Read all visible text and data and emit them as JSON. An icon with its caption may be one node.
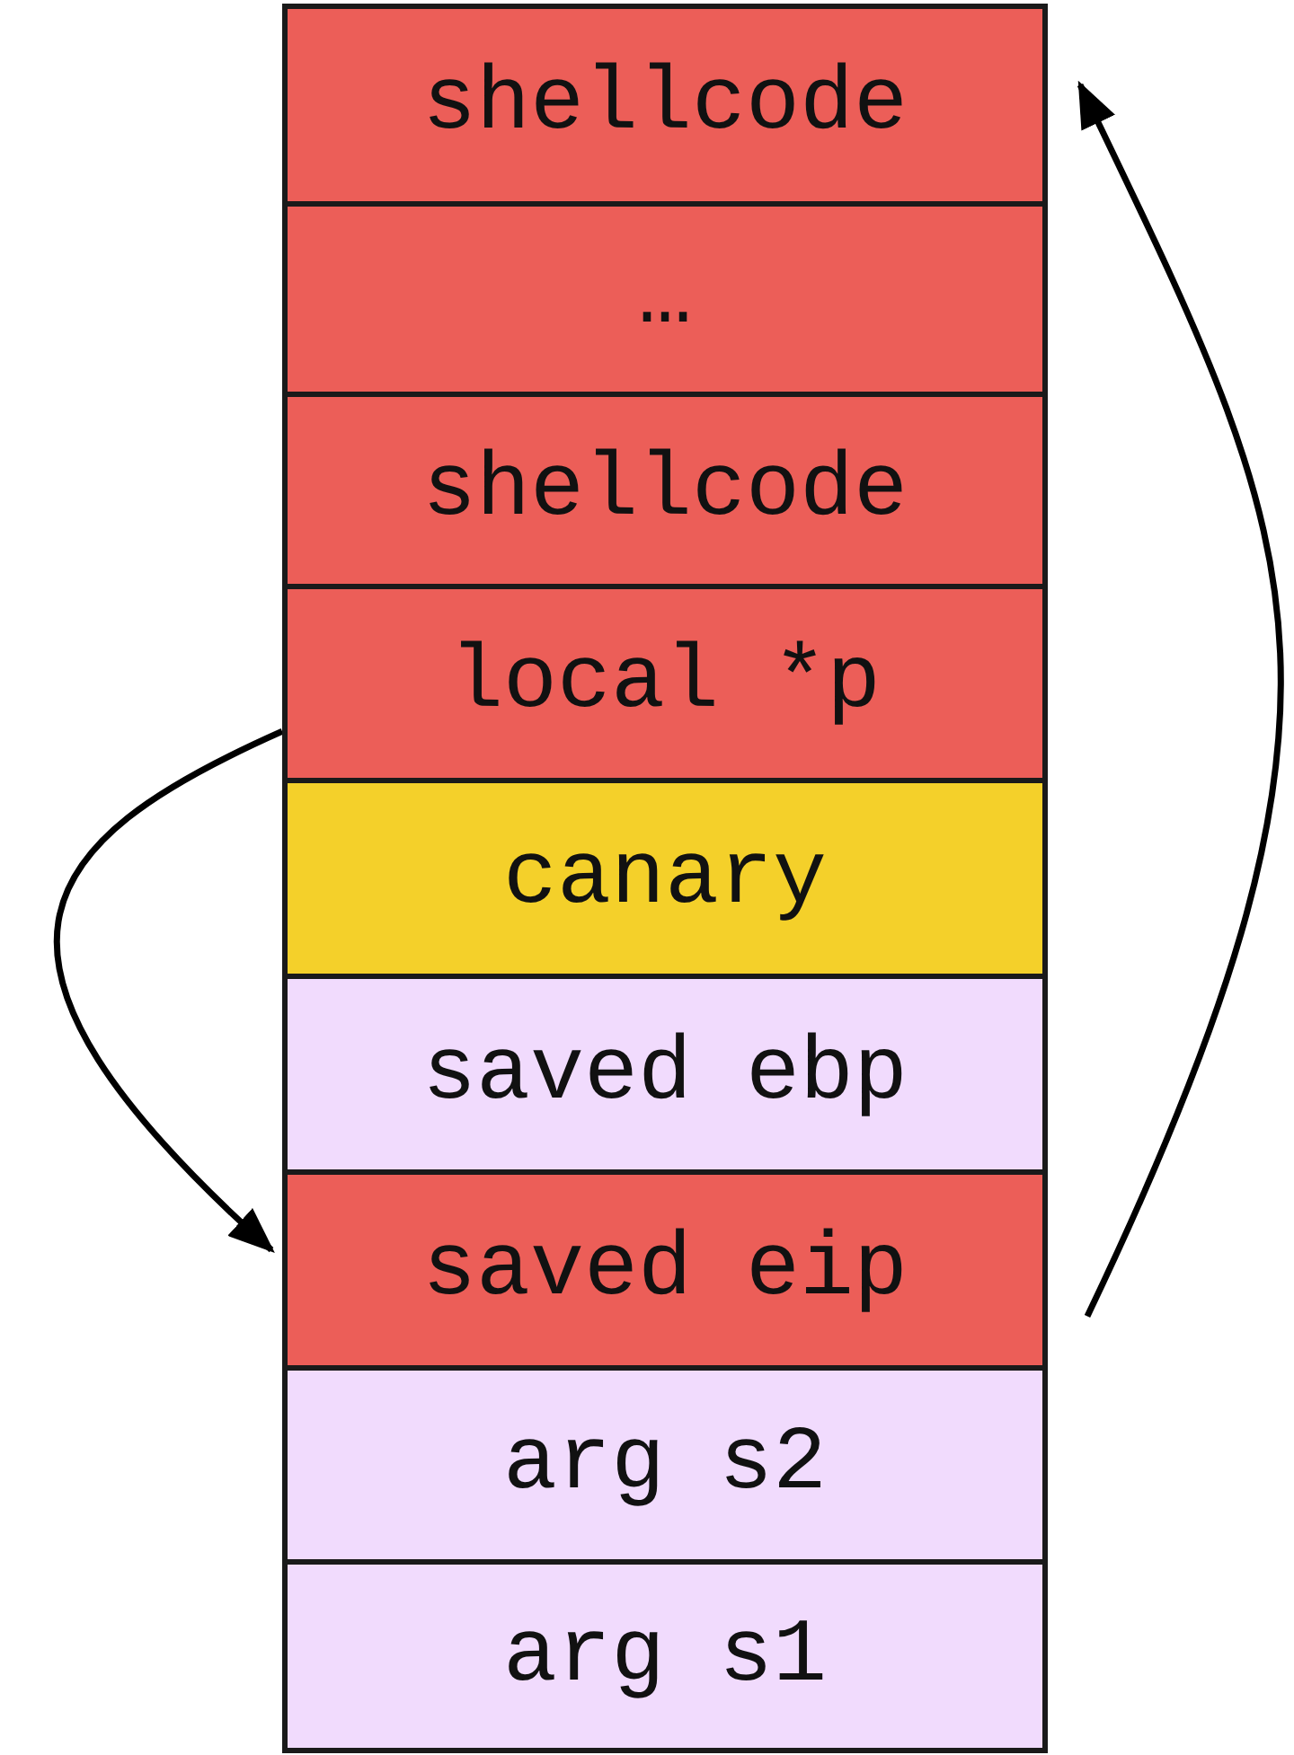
{
  "diagram": {
    "nodes": [
      {
        "text": [
          "shellcode"
        ]
      },
      {
        "text": [
          "…"
        ]
      },
      {
        "text": [
          "shellcode"
        ]
      },
      {
        "text": [
          "local *p"
        ]
      },
      {
        "text": [
          "canary"
        ]
      },
      {
        "text": [
          "saved ebp"
        ]
      },
      {
        "text": [
          "saved eip"
        ]
      },
      {
        "text": [
          "arg s2"
        ]
      },
      {
        "text": [
          "arg s1"
        ]
      }
    ],
    "edges": [
      {
        "from": 3,
        "to": 6,
        "arrow": "to"
      },
      {
        "from": 6,
        "to": 0,
        "arrow": "to"
      }
    ]
  }
}
